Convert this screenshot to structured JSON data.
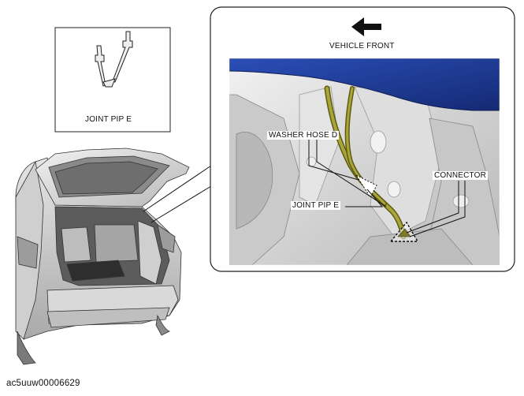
{
  "inset_joint_pipe": {
    "label": "JOINT PIP E"
  },
  "detail_view": {
    "direction_label": "VEHICLE FRONT",
    "callouts": {
      "washer_hose": "WASHER HOSE D",
      "joint_pipe": "JOINT PIP E",
      "connector": "CONNECTOR"
    }
  },
  "figure_id": "ac5uuw00006629",
  "colors": {
    "body_panel_blue": "#1f3d9b",
    "hose_olive": "#8d8a2a",
    "outline": "#222222"
  }
}
